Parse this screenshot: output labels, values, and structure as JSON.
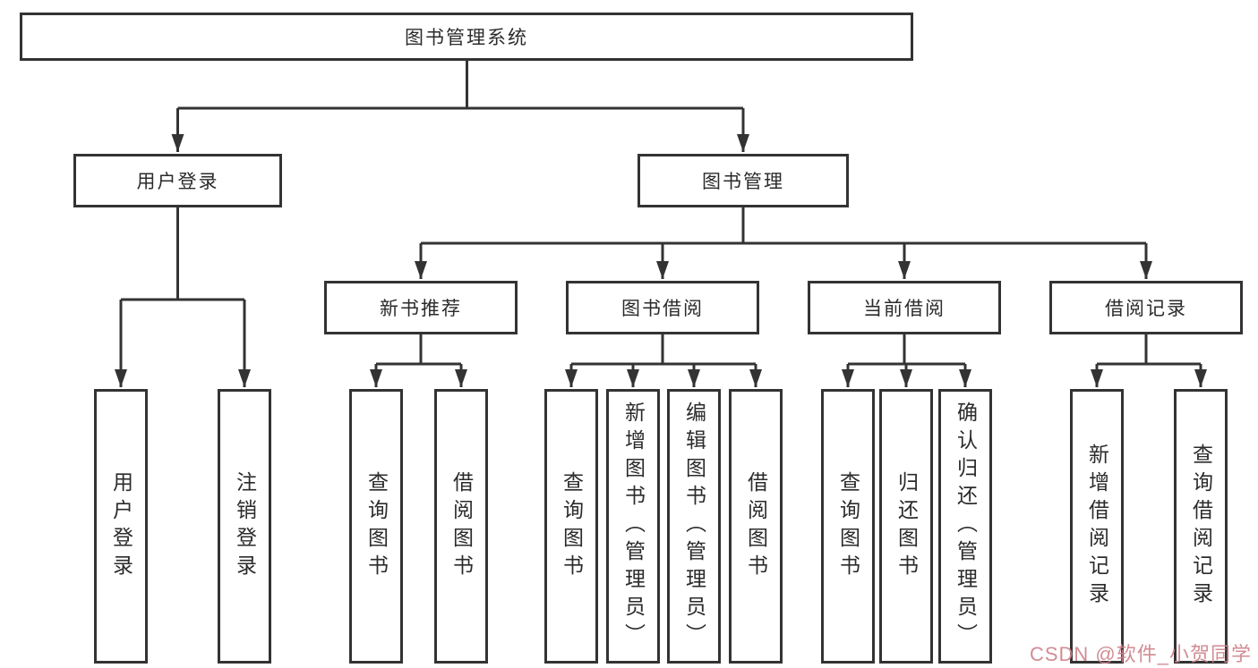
{
  "colors": {
    "line": "#333333",
    "box_border": "#333333",
    "text": "#2b2b2b",
    "watermark": "#cf838b",
    "background": "#ffffff"
  },
  "root": {
    "label": "图书管理系统"
  },
  "level2": [
    {
      "label": "用户登录"
    },
    {
      "label": "图书管理"
    }
  ],
  "level3": [
    {
      "label": "新书推荐"
    },
    {
      "label": "图书借阅"
    },
    {
      "label": "当前借阅"
    },
    {
      "label": "借阅记录"
    }
  ],
  "leaves": [
    {
      "label": "用户登录",
      "parent": "用户登录"
    },
    {
      "label": "注销登录",
      "parent": "用户登录"
    },
    {
      "label": "查询图书",
      "parent": "新书推荐"
    },
    {
      "label": "借阅图书",
      "parent": "新书推荐"
    },
    {
      "label": "查询图书",
      "parent": "图书借阅"
    },
    {
      "label": "新增图书（管理员）",
      "parent": "图书借阅"
    },
    {
      "label": "编辑图书（管理员）",
      "parent": "图书借阅"
    },
    {
      "label": "借阅图书",
      "parent": "图书借阅"
    },
    {
      "label": "查询图书",
      "parent": "当前借阅"
    },
    {
      "label": "归还图书",
      "parent": "当前借阅"
    },
    {
      "label": "确认归还（管理员）",
      "parent": "当前借阅"
    },
    {
      "label": "新增借阅记录",
      "parent": "借阅记录"
    },
    {
      "label": "查询借阅记录",
      "parent": "借阅记录"
    }
  ],
  "watermark": {
    "text": "CSDN @软件_小贺同学"
  }
}
